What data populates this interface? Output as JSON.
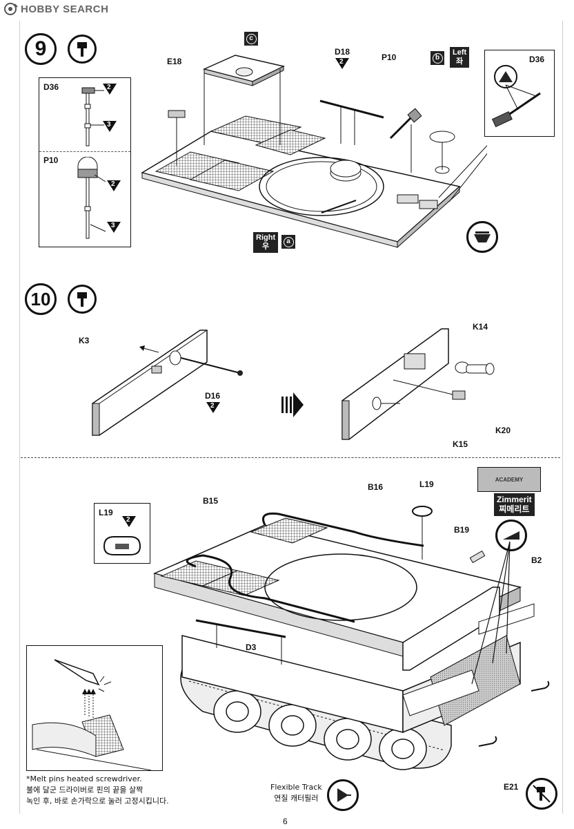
{
  "watermark": {
    "brand": "HOBBY SEARCH"
  },
  "page_number": "6",
  "step9": {
    "number": "9",
    "detail_box": {
      "part1": "D36",
      "part1_badges": [
        "2",
        "3"
      ],
      "part2": "P10",
      "part2_badges": [
        "2",
        "3"
      ]
    },
    "parts": {
      "e18": "E18",
      "d18": "D18",
      "d18_badge": "2",
      "p10": "P10",
      "d36": "D36"
    },
    "markers": {
      "c": "c",
      "b": "b",
      "a": "a"
    },
    "left_label": {
      "en": "Left",
      "ko": "좌"
    },
    "right_label": {
      "en": "Right",
      "ko": "우"
    }
  },
  "step10": {
    "number": "10",
    "parts": {
      "k3": "K3",
      "d16": "D16",
      "d16_badge": "2",
      "k14": "K14",
      "k15": "K15",
      "k20": "K20"
    }
  },
  "assembly": {
    "parts": {
      "b15": "B15",
      "b16": "B16",
      "l19": "L19",
      "b19": "B19",
      "b2": "B2",
      "d3": "D3",
      "e21": "E21"
    },
    "l19_box": {
      "part": "L19",
      "badge": "2"
    },
    "zimmerit": {
      "en": "Zimmerit",
      "ko": "찌메리트",
      "sheet_brand": "ACADEMY"
    },
    "melt_note": {
      "line1": "*Melt pins heated screwdriver.",
      "line2": "불에 달군 드라이버로 핀의 끝을 살짝",
      "line3": "녹인 후, 바로 손가락으로 눌러 고정시킵니다."
    },
    "flexible_track": {
      "en": "Flexible Track",
      "ko": "연질 캐터필러"
    }
  }
}
